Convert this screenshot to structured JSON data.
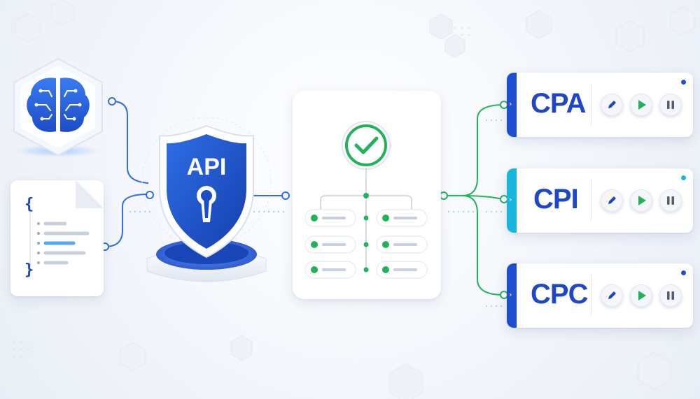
{
  "shield": {
    "label": "API"
  },
  "code_file": {
    "open_brace": "{",
    "close_brace": "}"
  },
  "campaigns": [
    {
      "label": "CPA",
      "edge_color": "#1e4fd0",
      "dot_color": "#1e4fd0"
    },
    {
      "label": "CPI",
      "edge_color": "#19b6e0",
      "dot_color": "#19b6e0"
    },
    {
      "label": "CPC",
      "edge_color": "#1e4fd0",
      "dot_color": "#1e4fd0"
    }
  ],
  "colors": {
    "brand_blue": "#1e47c5",
    "accent_green": "#22b35a",
    "line_blue": "#2f6fe0"
  },
  "icons": {
    "brain": "brain-circuit-icon",
    "document": "code-document-icon",
    "shield": "shield-keyhole-icon",
    "check": "checkmark-icon",
    "edit": "pencil-icon",
    "play": "play-icon",
    "pause": "pause-icon"
  }
}
